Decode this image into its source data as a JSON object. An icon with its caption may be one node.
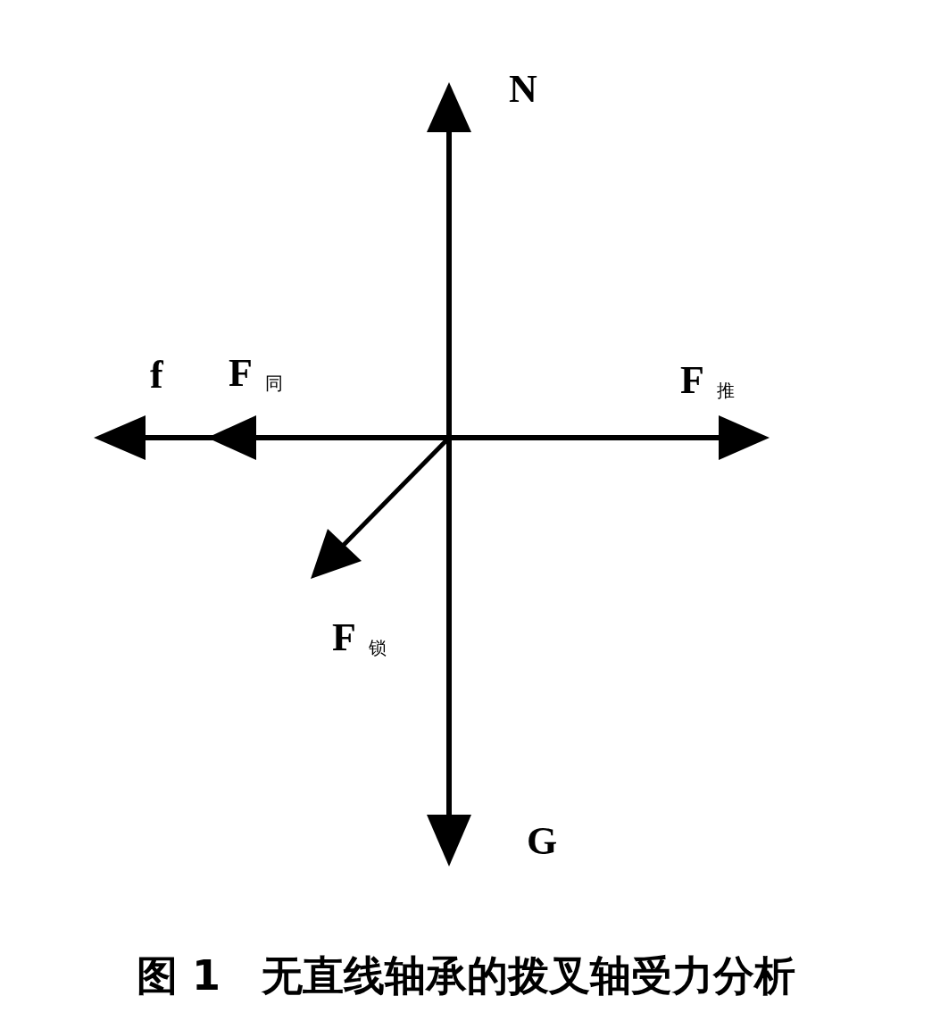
{
  "diagram": {
    "caption": "图 1　无直线轴承的拨叉轴受力分析",
    "labels": [
      "N",
      "f",
      "F$_{同}$",
      "F$_{推}$",
      "F$_{锁}$",
      "G"
    ]
  }
}
